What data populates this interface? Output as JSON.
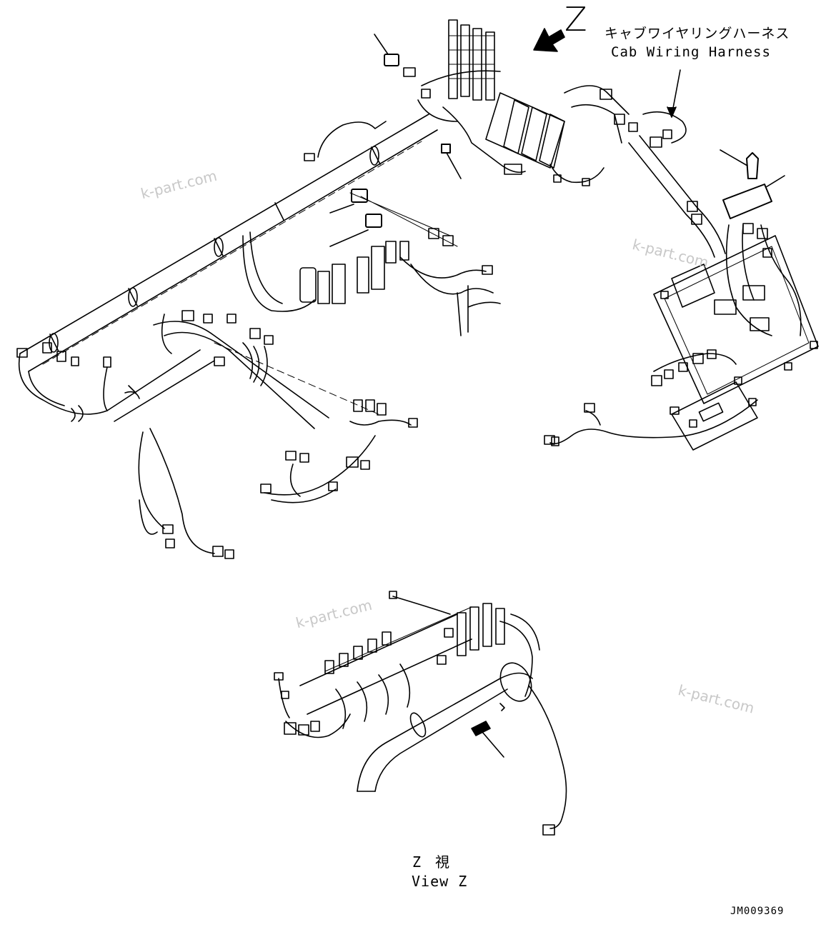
{
  "view_letter": "Z",
  "harness_label_jp": "キャブワイヤリングハーネス",
  "harness_label_en": "Cab Wiring Harness",
  "view_caption_jp": "Z　視",
  "view_caption_en": "View Z",
  "drawing_code": "JM009369",
  "watermarks": [
    "k-part.com",
    "k-part.com",
    "k-part.com",
    "k-part.com"
  ]
}
